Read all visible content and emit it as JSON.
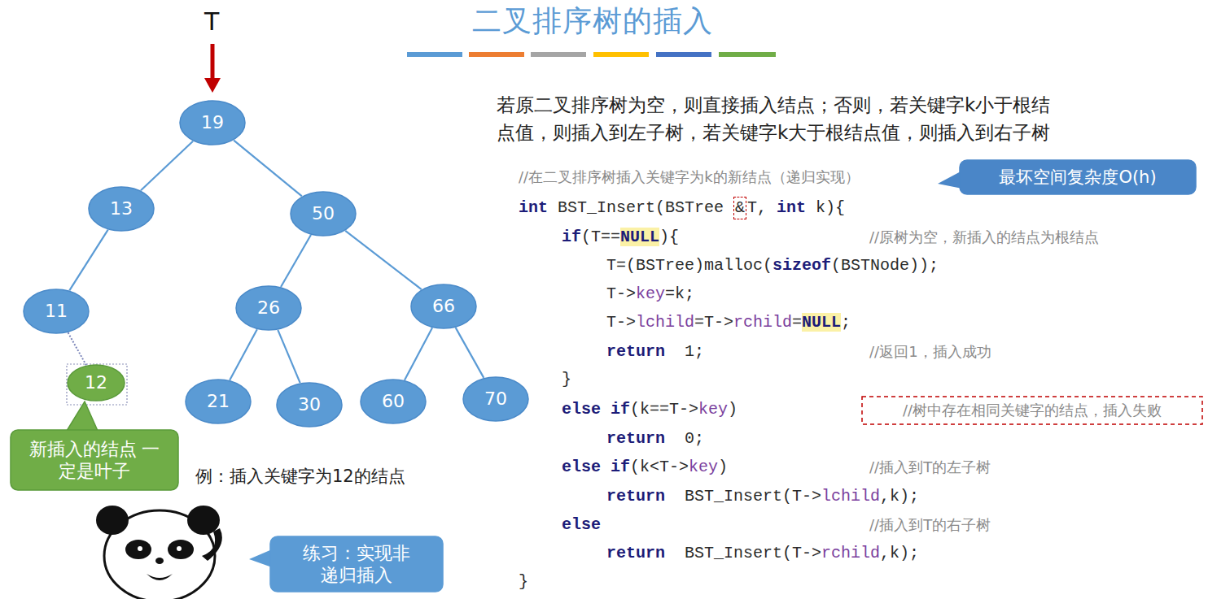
{
  "diagram": {
    "title": "二叉排序树的插入",
    "nodes": [
      {
        "text": [
          "19"
        ]
      },
      {
        "text": [
          "13"
        ]
      },
      {
        "text": [
          "50"
        ]
      },
      {
        "text": [
          "11"
        ]
      },
      {
        "text": [
          "26"
        ]
      },
      {
        "text": [
          "66"
        ]
      },
      {
        "text": [
          "12"
        ]
      },
      {
        "text": [
          "21"
        ]
      },
      {
        "text": [
          "30"
        ]
      },
      {
        "text": [
          "60"
        ]
      },
      {
        "text": [
          "70"
        ]
      },
      {
        "text": [
          "新插入的结点 一定是叶子"
        ]
      },
      {
        "text": [
          "最坏空间复杂度O(h)"
        ]
      },
      {
        "text": [
          "//树中存在相同关键字的结点，插入失败"
        ]
      },
      {
        "text": [
          "练习：实现非递归插入"
        ]
      }
    ],
    "edges": [
      {
        "from": 0,
        "to": 1,
        "arrow": "none"
      },
      {
        "from": 0,
        "to": 2,
        "arrow": "none"
      },
      {
        "from": 1,
        "to": 3,
        "arrow": "none"
      },
      {
        "from": 2,
        "to": 4,
        "arrow": "none"
      },
      {
        "from": 2,
        "to": 5,
        "arrow": "none"
      },
      {
        "from": 3,
        "to": 6,
        "arrow": "none"
      },
      {
        "from": 4,
        "to": 7,
        "arrow": "none"
      },
      {
        "from": 4,
        "to": 8,
        "arrow": "none"
      },
      {
        "from": 5,
        "to": 9,
        "arrow": "none"
      },
      {
        "from": 5,
        "to": 10,
        "arrow": "none"
      }
    ],
    "labels": [
      "T",
      "若原二叉排序树为空，则直接插入结点；否则，若关键字k小于根结",
      "点值，则插入到左子树，若关键字k大于根结点值，则插入到右子树",
      "//在二叉排序树插入关键字为k的新结点（递归实现）",
      "int BST_Insert(BSTree ",
      "&",
      "T, int k){",
      "if(T==NULL){",
      "//原树为空，新插入的结点为根结点",
      "T=(BSTree)malloc(sizeof(BSTNode));",
      "T->key=k;",
      "T->lchild=T->rchild=NULL;",
      "return  1;",
      "//返回1，插入成功",
      "}",
      "else if(k==T->key)",
      "return  0;",
      "else if(k<T->key)",
      "//插入到T的左子树",
      "return  BST_Insert(T->lchild,k);",
      "else",
      "//插入到T的右子树",
      "return  BST_Insert(T->rchild,k);",
      "}",
      "例：插入关键字为12的结点"
    ]
  }
}
